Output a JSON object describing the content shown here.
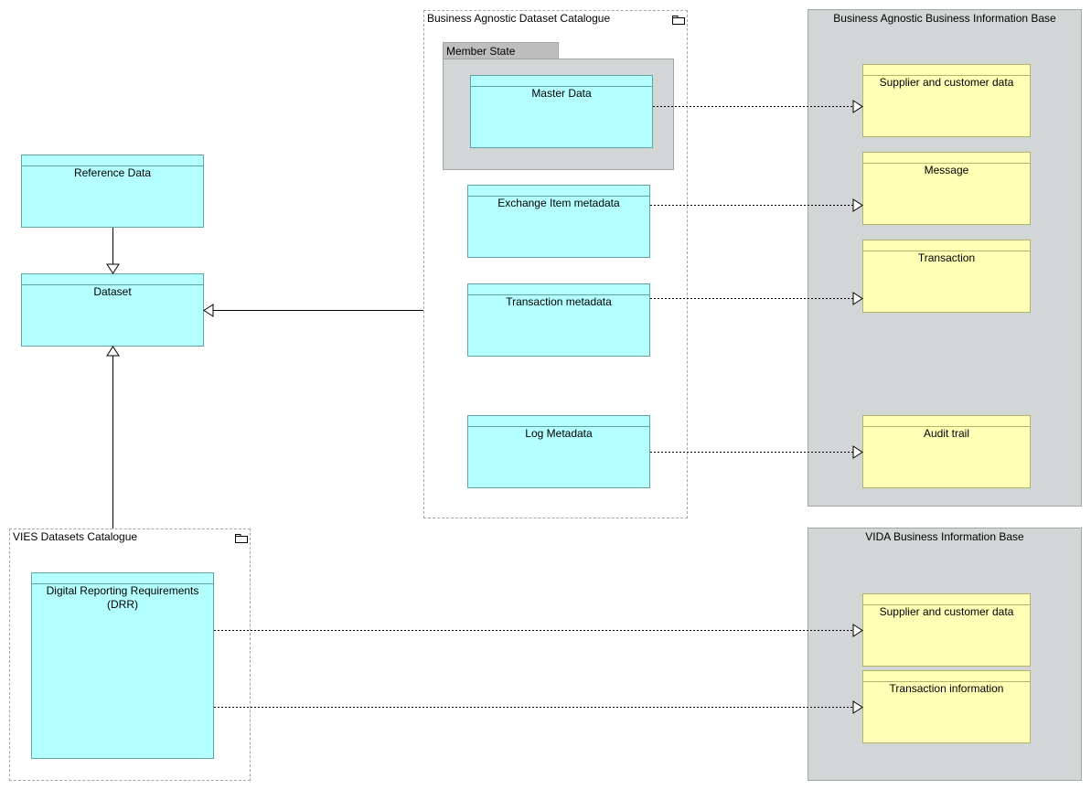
{
  "groups": {
    "ba_dataset_catalogue": "Business Agnostic Dataset Catalogue",
    "vies_datasets_catalogue": "VIES Datasets Catalogue"
  },
  "groupings": {
    "ba_business_info_base": "Business Agnostic Business Information Base",
    "vida_business_info_base": "VIDA Business Information Base"
  },
  "locations": {
    "member_state": "Member State"
  },
  "objects": {
    "reference_data": "Reference Data",
    "dataset": "Dataset",
    "master_data": "Master Data",
    "exchange_item_metadata": "Exchange Item metadata",
    "transaction_metadata": "Transaction metadata",
    "log_metadata": "Log Metadata",
    "drr_line1": "Digital Reporting Requirements",
    "drr_line2": "(DRR)",
    "supplier_customer_data_1": "Supplier and customer data",
    "message": "Message",
    "transaction": "Transaction",
    "audit_trail": "Audit trail",
    "supplier_customer_data_2": "Supplier and customer data",
    "transaction_information": "Transaction information"
  },
  "colors": {
    "data_object_fill": "#b4ffff",
    "business_object_fill": "#ffffb5",
    "grouping_fill": "#d2d6d6",
    "location_tab": "#bebebe"
  },
  "relations": [
    {
      "type": "specialization",
      "from": "Reference Data",
      "to": "Dataset"
    },
    {
      "type": "specialization",
      "from": "VIES Datasets Catalogue",
      "to": "Dataset"
    },
    {
      "type": "specialization",
      "from": "Business Agnostic Dataset Catalogue",
      "to": "Dataset"
    },
    {
      "type": "realization",
      "from": "Master Data",
      "to": "Supplier and customer data"
    },
    {
      "type": "realization",
      "from": "Exchange Item metadata",
      "to": "Message"
    },
    {
      "type": "realization",
      "from": "Transaction metadata",
      "to": "Transaction"
    },
    {
      "type": "realization",
      "from": "Log Metadata",
      "to": "Audit trail"
    },
    {
      "type": "realization",
      "from": "Digital Reporting Requirements (DRR)",
      "to": "Supplier and customer data"
    },
    {
      "type": "realization",
      "from": "Digital Reporting Requirements (DRR)",
      "to": "Transaction information"
    }
  ]
}
